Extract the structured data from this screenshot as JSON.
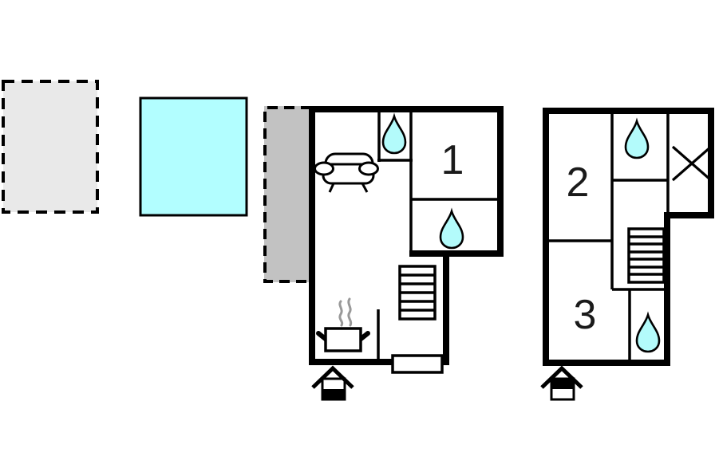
{
  "colors": {
    "background": "#ffffff",
    "wall": "#000000",
    "pool": "#b2feff",
    "water_drop": "#b3fbfb",
    "terrace": "#c2c2c2",
    "plot": "#e9e9e9",
    "steam": "#999999",
    "room_label": "#1a1a1a"
  },
  "plan": {
    "outdoor": {
      "features": [
        "plot-dashed-area",
        "swimming-pool",
        "terrace"
      ]
    },
    "ground_floor": {
      "room_labels": [
        {
          "id": "room-1",
          "label": "1"
        }
      ],
      "features": [
        "shower-water-drop",
        "bath-water-drop",
        "sofa",
        "stove-with-steam",
        "stairs",
        "entrance-door",
        "entrance-arrow"
      ]
    },
    "upper_floor": {
      "room_labels": [
        {
          "id": "room-2",
          "label": "2"
        },
        {
          "id": "room-3",
          "label": "3"
        }
      ],
      "features": [
        "shower-water-drop",
        "bath-water-drop",
        "x-marker",
        "stairs",
        "entrance-arrow"
      ]
    }
  }
}
